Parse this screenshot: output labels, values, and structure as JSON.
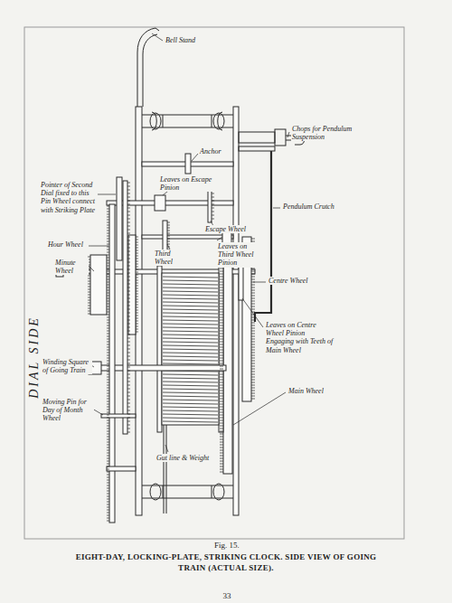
{
  "diagram": {
    "caption": "EIGHT-DAY, LOCKING-PLATE, STRIKING CLOCK. SIDE VIEW OF GOING TRAIN (ACTUAL SIZE).",
    "labels": [
      "Bell Stand",
      "Chops for Pendulum Suspension",
      "Anchor",
      "Pointer of Second Dial fixed to this Pin Wheel connect with Striking Plate",
      "Leaves on Escape Pinion",
      "Pendulum Crutch",
      "Escape Wheel",
      "Third Wheel",
      "Leaves on Third Wheel Pinion",
      "Hour Wheel",
      "Minute Wheel",
      "DIAL SIDE",
      "Centre Wheel",
      "Leaves on Centre Wheel Pinion Engaging with Teeth of Main Wheel",
      "Winding Square of Going Train",
      "Moving Pin for Day of Month Wheel",
      "Main Wheel",
      "Gut line & Weight",
      "Fig. 15.",
      "33"
    ]
  }
}
